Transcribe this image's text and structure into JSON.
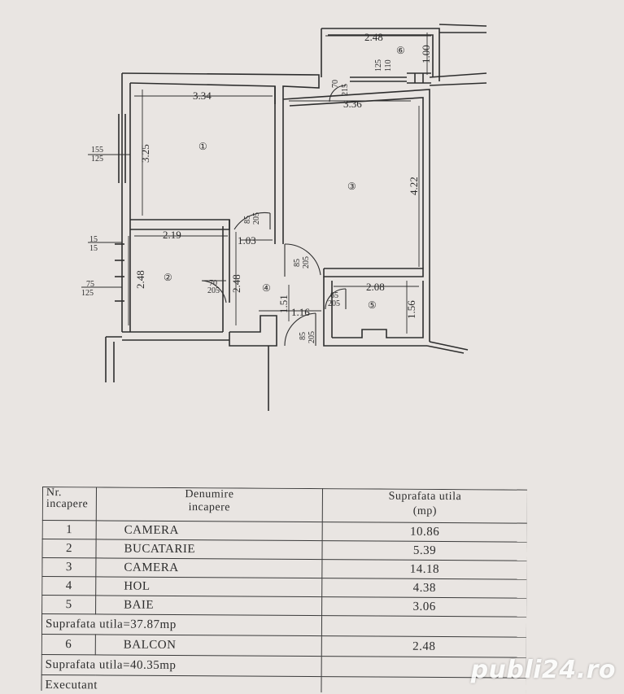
{
  "plan": {
    "dims": {
      "balcony_width": "2.48",
      "balcony_depth": "1.00",
      "balcony_window_top": "125",
      "balcony_window_bottom": "110",
      "balcony_door_width": "70",
      "balcony_door_height": "215",
      "room1_width": "3.34",
      "room1_depth": "3.25",
      "room3_width": "3.36",
      "room3_depth": "4.22",
      "window1_top": "155",
      "window1_bottom": "125",
      "room2_width": "2.19",
      "room2_depth": "2.48",
      "window2_top": "15",
      "window2_bottom": "15",
      "window3_top": "75",
      "window3_bottom": "125",
      "door1_width": "85",
      "door1_height": "205",
      "hall_width": "1.03",
      "hall_depth": "2.48",
      "door3_width": "85",
      "door3_height": "205",
      "door2_width": "70",
      "door2_height": "205",
      "hall_lower": "1.51",
      "hall_lower_width": "1.16",
      "bath_width": "2.08",
      "bath_depth": "1.56",
      "door5_width": "65",
      "door5_height": "205",
      "entry_door_width": "85",
      "entry_door_height": "205"
    },
    "room_numbers": {
      "r1": "①",
      "r2": "②",
      "r3": "③",
      "r4": "④",
      "r5": "⑤",
      "r6": "⑥"
    }
  },
  "table": {
    "header_nr_line1": "Nr.",
    "header_nr_line2": "incapere",
    "header_nume_line1": "Denumire",
    "header_nume_line2": "incapere",
    "header_supr_line1": "Suprafata utila",
    "header_supr_line2": "(mp)",
    "rows": [
      {
        "nr": "1",
        "name": "CAMERA",
        "area": "10.86"
      },
      {
        "nr": "2",
        "name": "BUCATARIE",
        "area": "5.39"
      },
      {
        "nr": "3",
        "name": "CAMERA",
        "area": "14.18"
      },
      {
        "nr": "4",
        "name": "HOL",
        "area": "4.38"
      },
      {
        "nr": "5",
        "name": "BAIE",
        "area": "3.06"
      }
    ],
    "subtotal": "Suprafata  utila=37.87mp",
    "balcony": {
      "nr": "6",
      "name": "BALCON",
      "area": "2.48"
    },
    "total": "Suprafata  utila=40.35mp",
    "footer_partial": "Executant"
  },
  "watermark": "publi24.ro"
}
